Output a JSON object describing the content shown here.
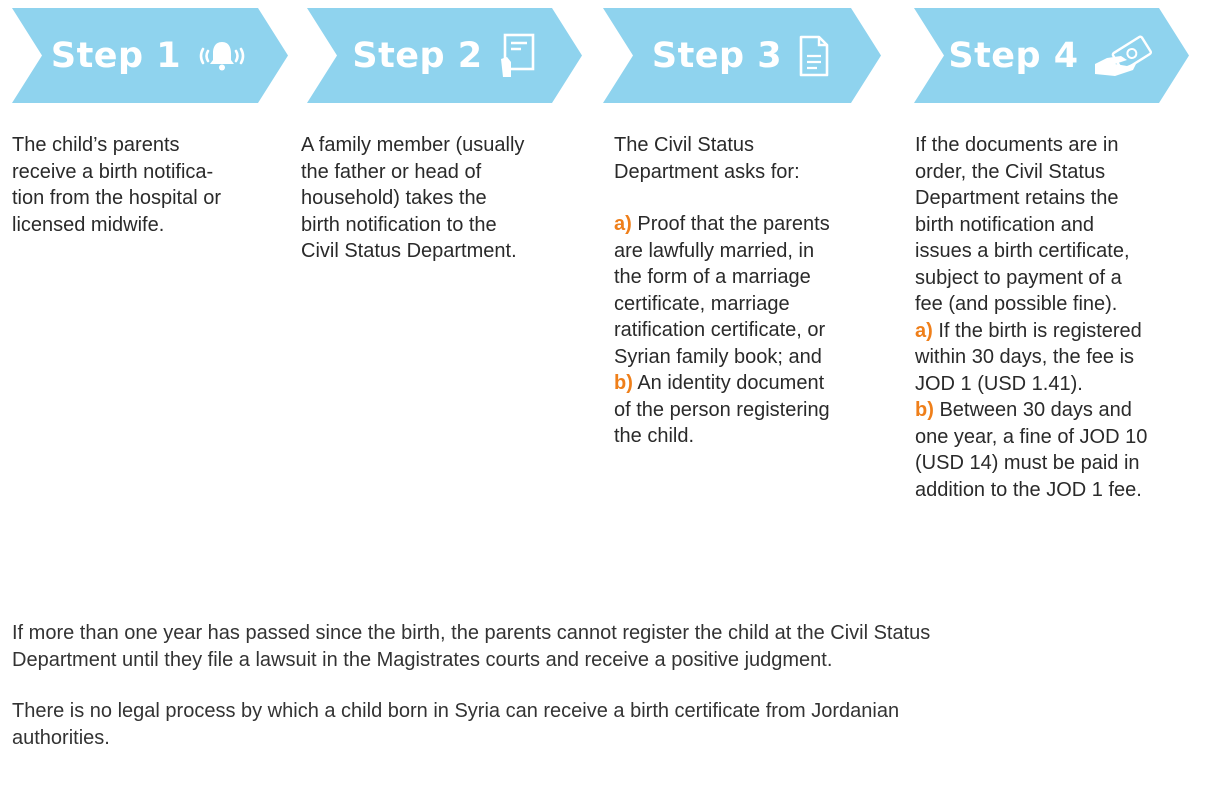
{
  "colors": {
    "chevron": "#8fd3ee",
    "marker": "#ef7f1a",
    "text": "#2b2b2b"
  },
  "steps": [
    {
      "label": "Step 1",
      "icon": "ringing-bell-icon"
    },
    {
      "label": "Step 2",
      "icon": "hand-holding-paper-icon"
    },
    {
      "label": "Step 3",
      "icon": "document-icon"
    },
    {
      "label": "Step 4",
      "icon": "hand-paying-money-icon"
    }
  ],
  "col1": {
    "lines": [
      "The child’s parents",
      "receive a birth notifica-",
      "tion from the hospital or",
      "licensed midwife."
    ]
  },
  "col2": {
    "lines": [
      "A family member (usually",
      "the father or head of",
      "household) takes the",
      "birth notification to the",
      "Civil Status Department."
    ]
  },
  "col3": {
    "intro": [
      "The Civil Status",
      "Department asks for:"
    ],
    "a_marker": "a)",
    "a_lines": [
      " Proof that the parents",
      "are lawfully married, in",
      "the form of a marriage",
      "certificate, marriage",
      "ratification certificate, or",
      "Syrian family book; and"
    ],
    "b_marker": "b)",
    "b_lines": [
      " An identity document",
      "of the person registering",
      "the child."
    ]
  },
  "col4": {
    "intro": [
      "If the documents are in",
      "order, the Civil Status",
      "Department retains the",
      "birth notification and",
      "issues a birth certificate,",
      "subject to payment of a",
      "fee (and possible fine)."
    ],
    "a_marker": "a)",
    "a_lines": [
      " If the birth is registered",
      "within 30 days, the fee is",
      "JOD 1 (USD 1.41)."
    ],
    "b_marker": "b)",
    "b_lines": [
      " Between 30 days and",
      "one year, a fine of JOD 10",
      "(USD 14) must be paid in",
      "addition to the JOD 1 fee."
    ]
  },
  "footer": {
    "para1_lines": [
      "If more than one year has passed since the birth, the parents cannot register the child at the Civil Status",
      "Department until they file a lawsuit in the Magistrates courts and receive a positive judgment."
    ],
    "para2_lines": [
      "There is no legal process by which a child born in Syria can receive a birth certificate from Jordanian",
      "authorities."
    ]
  }
}
